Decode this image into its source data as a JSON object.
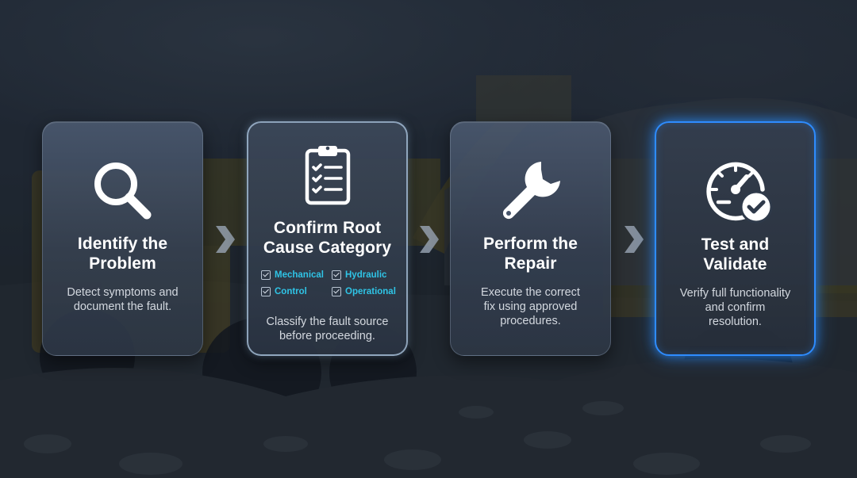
{
  "steps": [
    {
      "title": "Identify the Problem",
      "title_lines": [
        "Identify the",
        "Problem"
      ],
      "description_lines": [
        "Detect symptoms and",
        "document the fault."
      ],
      "icon": "magnifier-icon"
    },
    {
      "title": "Confirm Root Cause Category",
      "title_lines": [
        "Confirm Root",
        "Cause Category"
      ],
      "categories": [
        "Mechanical",
        "Hydraulic",
        "Control",
        "Operational"
      ],
      "description_lines": [
        "Classify the fault source",
        "before proceeding."
      ],
      "icon": "clipboard-checklist-icon"
    },
    {
      "title": "Perform the Repair",
      "title_lines": [
        "Perform the",
        "Repair"
      ],
      "description_lines": [
        "Execute the correct",
        "fix using approved",
        "procedures."
      ],
      "icon": "wrench-icon"
    },
    {
      "title": "Test and Validate",
      "title_lines": [
        "Test and",
        "Validate"
      ],
      "description_lines": [
        "Verify full functionality",
        "and confirm",
        "resolution."
      ],
      "icon": "gauge-check-icon"
    }
  ],
  "connector_icon": "chevron-right-icon",
  "colors": {
    "card_background": "#3e4a5c",
    "category_text": "#2fc4e6",
    "highlight_border": "#2e8cff",
    "title_text": "#ffffff",
    "description_text": "#d3d8df"
  }
}
